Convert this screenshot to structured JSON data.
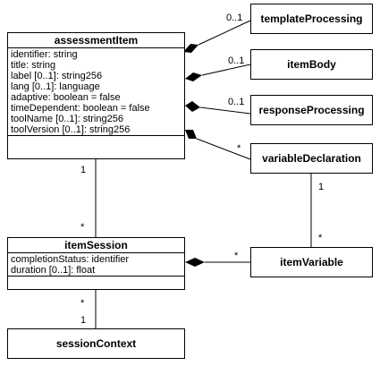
{
  "classes": {
    "assessmentItem": {
      "name": "assessmentItem",
      "attributes": [
        "identifier: string",
        "title: string",
        "label [0..1]: string256",
        "lang [0..1]: language",
        "adaptive: boolean = false",
        "timeDependent: boolean = false",
        "toolName [0..1]: string256",
        "toolVersion [0..1]: string256"
      ]
    },
    "templateProcessing": {
      "name": "templateProcessing"
    },
    "itemBody": {
      "name": "itemBody"
    },
    "responseProcessing": {
      "name": "responseProcessing"
    },
    "variableDeclaration": {
      "name": "variableDeclaration"
    },
    "itemSession": {
      "name": "itemSession",
      "attributes": [
        "completionStatus: identifier",
        "duration [0..1]: float"
      ]
    },
    "itemVariable": {
      "name": "itemVariable"
    },
    "sessionContext": {
      "name": "sessionContext"
    }
  },
  "multiplicities": {
    "templateProcessing": "0..1",
    "itemBody": "0..1",
    "responseProcessing": "0..1",
    "variableDeclaration": "*",
    "assessmentItem_to_session": "1",
    "session_from_item": "*",
    "variableDeclaration_to_itemVariable": "1",
    "itemVariable_from_declaration": "*",
    "itemVariable_to_session": "*",
    "session_to_context": "*",
    "context_from_session": "1"
  }
}
